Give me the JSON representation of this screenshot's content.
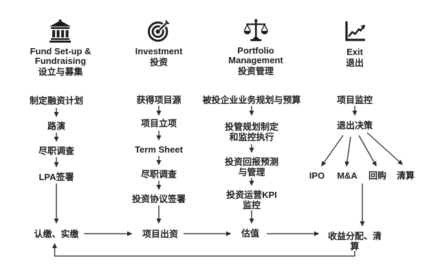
{
  "diagram": {
    "background": "#ffffff",
    "ink": "#1c1c1c",
    "line_color": "#3a3a3a",
    "columns": [
      {
        "icon": "bank-icon",
        "title_en": "Fund Set-up &\nFundraising",
        "title_zh": "设立与募集",
        "steps": [
          "制定融资计划",
          "路演",
          "尽职调查",
          "LPA签署"
        ],
        "bottom": "认缴、实缴"
      },
      {
        "icon": "target-icon",
        "title_en": "Investment",
        "title_zh": "投资",
        "steps": [
          "获得项目源",
          "项目立项",
          "Term Sheet",
          "尽职调查",
          "投资协议签署"
        ],
        "bottom": "项目出资"
      },
      {
        "icon": "scales-icon",
        "title_en": "Portfolio\nManagement",
        "title_zh": "投资管理",
        "steps": [
          "被投企业业务规划与预算",
          "投管规划制定\n和监控执行",
          "投资回报预测\n与管理",
          "投资运营KPI\n监控"
        ],
        "bottom": "估值"
      },
      {
        "icon": "chart-icon",
        "title_en": "Exit",
        "title_zh": "退出",
        "steps": [
          "项目监控",
          "退出决策"
        ],
        "exit_options": [
          "IPO",
          "M&A",
          "回购",
          "清算"
        ],
        "bottom": "收益分配、清\n算"
      }
    ]
  }
}
